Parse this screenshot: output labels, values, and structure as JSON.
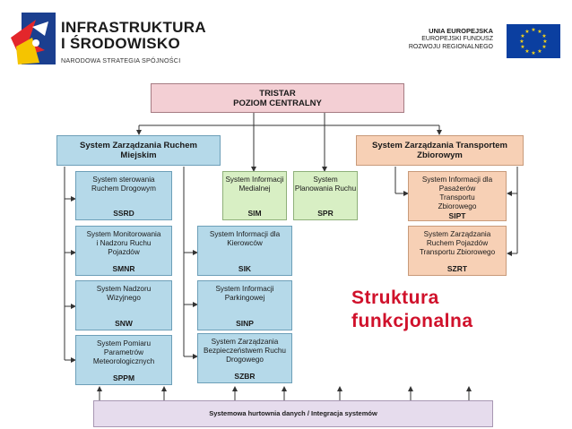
{
  "header": {
    "program_title_line1": "INFRASTRUKTURA",
    "program_title_line2": "I ŚRODOWISKO",
    "program_subtitle": "NARODOWA STRATEGIA SPÓJNOŚCI",
    "eu_line1": "UNIA EUROPEJSKA",
    "eu_line2": "EUROPEJSKI FUNDUSZ",
    "eu_line3": "ROZWOJU REGIONALNEGO",
    "colors": {
      "eu_flag": "#0b3fa0",
      "eu_stars": "#f7d417"
    }
  },
  "diagram": {
    "top": {
      "line1": "TRISTAR",
      "line2": "POZIOM CENTRALNY"
    },
    "left_head": {
      "line1": "System Zarządzania Ruchem",
      "line2": "Miejskim"
    },
    "right_head": {
      "line1": "System Zarządzania Transportem",
      "line2": "Zbiorowym"
    },
    "col1": [
      {
        "name": "System sterowania Ruchem Drogowym",
        "abbr": "SSRD"
      },
      {
        "name": "System Monitorowania i Nadzoru Ruchu Pojazdów",
        "abbr": "SMNR"
      },
      {
        "name": "System Nadzoru Wizyjnego",
        "abbr": "SNW"
      },
      {
        "name": "System Pomiaru Parametrów Meteorologicznych",
        "abbr": "SPPM"
      }
    ],
    "col2": [
      {
        "name": "System Informacji dla Kierowców",
        "abbr": "SIK"
      },
      {
        "name": "System Informacji Parkingowej",
        "abbr": "SINP"
      },
      {
        "name": "System Zarządzania Bezpieczeństwem Ruchu Drogowego",
        "abbr": "SZBR"
      }
    ],
    "green": [
      {
        "name": "System Informacji Medialnej",
        "abbr": "SIM"
      },
      {
        "name": "System Planowania Ruchu",
        "abbr": "SPR"
      }
    ],
    "right": [
      {
        "name": "System Informacji dla Pasażerów Transportu Zbiorowego",
        "abbr": "SIPT"
      },
      {
        "name": "System Zarządzania Ruchem Pojazdów Transportu Zbiorowego",
        "abbr": "SZRT"
      }
    ],
    "footer": "Systemowa hurtownia danych / Integracja systemów",
    "caption_line1": "Struktura",
    "caption_line2": "funkcjonalna",
    "colors": {
      "top": "#f3cfd4",
      "blue": "#b5d9e9",
      "green": "#d8efc4",
      "peach": "#f7d0b5",
      "footer": "#e6dced",
      "caption": "#d0112b"
    }
  }
}
